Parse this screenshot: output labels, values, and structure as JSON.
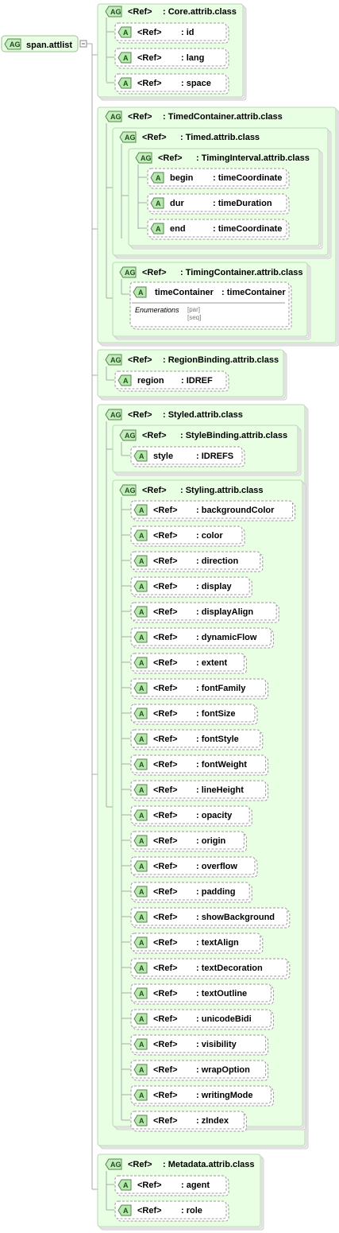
{
  "root": {
    "badge": "AG",
    "label": "span.attlist"
  },
  "badges": {
    "attr": "A",
    "group": "AG"
  },
  "groups": {
    "core": {
      "ref": "<Ref>",
      "name": ": Core.attrib.class",
      "attrs": [
        {
          "ref": "<Ref>",
          "name": ": id"
        },
        {
          "ref": "<Ref>",
          "name": ": lang"
        },
        {
          "ref": "<Ref>",
          "name": ": space"
        }
      ]
    },
    "timedContainer": {
      "ref": "<Ref>",
      "name": ": TimedContainer.attrib.class"
    },
    "timed": {
      "ref": "<Ref>",
      "name": ": Timed.attrib.class"
    },
    "timingInterval": {
      "ref": "<Ref>",
      "name": ": TimingInterval.attrib.class",
      "attrs": [
        {
          "ref": "begin",
          "name": ": timeCoordinate"
        },
        {
          "ref": "dur",
          "name": ": timeDuration"
        },
        {
          "ref": "end",
          "name": ": timeCoordinate"
        }
      ]
    },
    "timingContainer": {
      "ref": "<Ref>",
      "name": ": TimingContainer.attrib.class",
      "attr": {
        "ref": "timeContainer",
        "name": ": timeContainer"
      },
      "enumerations_label": "Enumerations",
      "enumerations": [
        "[par]",
        "[seq]"
      ]
    },
    "regionBinding": {
      "ref": "<Ref>",
      "name": ": RegionBinding.attrib.class",
      "attr": {
        "ref": "region",
        "name": ": IDREF"
      }
    },
    "styled": {
      "ref": "<Ref>",
      "name": ": Styled.attrib.class"
    },
    "styleBinding": {
      "ref": "<Ref>",
      "name": ": StyleBinding.attrib.class",
      "attr": {
        "ref": "style",
        "name": ": IDREFS"
      }
    },
    "styling": {
      "ref": "<Ref>",
      "name": ": Styling.attrib.class",
      "attrs": [
        {
          "ref": "<Ref>",
          "name": ": backgroundColor"
        },
        {
          "ref": "<Ref>",
          "name": ": color"
        },
        {
          "ref": "<Ref>",
          "name": ": direction"
        },
        {
          "ref": "<Ref>",
          "name": ": display"
        },
        {
          "ref": "<Ref>",
          "name": ": displayAlign"
        },
        {
          "ref": "<Ref>",
          "name": ": dynamicFlow"
        },
        {
          "ref": "<Ref>",
          "name": ": extent"
        },
        {
          "ref": "<Ref>",
          "name": ": fontFamily"
        },
        {
          "ref": "<Ref>",
          "name": ": fontSize"
        },
        {
          "ref": "<Ref>",
          "name": ": fontStyle"
        },
        {
          "ref": "<Ref>",
          "name": ": fontWeight"
        },
        {
          "ref": "<Ref>",
          "name": ": lineHeight"
        },
        {
          "ref": "<Ref>",
          "name": ": opacity"
        },
        {
          "ref": "<Ref>",
          "name": ": origin"
        },
        {
          "ref": "<Ref>",
          "name": ": overflow"
        },
        {
          "ref": "<Ref>",
          "name": ": padding"
        },
        {
          "ref": "<Ref>",
          "name": ": showBackground"
        },
        {
          "ref": "<Ref>",
          "name": ": textAlign"
        },
        {
          "ref": "<Ref>",
          "name": ": textDecoration"
        },
        {
          "ref": "<Ref>",
          "name": ": textOutline"
        },
        {
          "ref": "<Ref>",
          "name": ": unicodeBidi"
        },
        {
          "ref": "<Ref>",
          "name": ": visibility"
        },
        {
          "ref": "<Ref>",
          "name": ": wrapOption"
        },
        {
          "ref": "<Ref>",
          "name": ": writingMode"
        },
        {
          "ref": "<Ref>",
          "name": ": zIndex"
        }
      ]
    },
    "metadata": {
      "ref": "<Ref>",
      "name": ": Metadata.attrib.class",
      "attrs": [
        {
          "ref": "<Ref>",
          "name": ": agent"
        },
        {
          "ref": "<Ref>",
          "name": ": role"
        }
      ]
    }
  }
}
